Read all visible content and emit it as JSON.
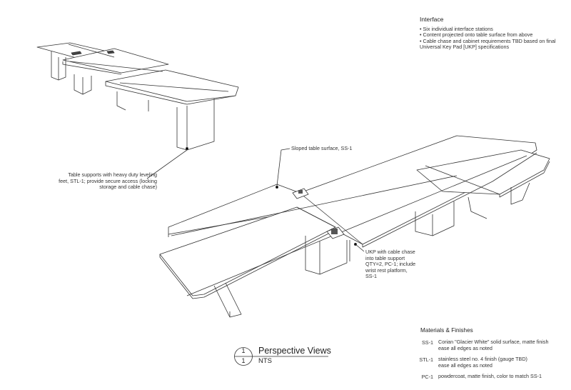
{
  "interface": {
    "title": "Interface",
    "items": [
      "• Six individual interface stations",
      "• Content projected onto table surface from above",
      "• Cable chase and cabinet requirements TBD based on final",
      "Universal Key Pad [UKP] specifications"
    ]
  },
  "callouts": {
    "supports": [
      "Table supports with heavy duty leveling",
      "feet, STL-1; provide secure access (locking",
      "storage and cable chase)"
    ],
    "sloped": "Sloped table surface, SS-1",
    "ukp": [
      "UKP with cable chase",
      "into table support",
      "QTY=2, PC-1; include",
      "wrist rest platform,",
      "SS-1"
    ]
  },
  "title_block": {
    "number_top": "1",
    "number_bottom": "1",
    "title": "Perspective Views",
    "scale": "NTS"
  },
  "materials": {
    "title": "Materials & Finishes",
    "items": [
      {
        "code": "SS-1",
        "lines": [
          "Corian \"Glacier White\" solid surface, matte finish",
          "ease all edges as noted"
        ]
      },
      {
        "code": "STL-1",
        "lines": [
          "stainless steel no. 4 finish (gauge TBD)",
          "ease all edges as noted"
        ]
      },
      {
        "code": "PC-1",
        "lines": [
          "powdercoat, matte finish, color to match SS-1"
        ]
      }
    ]
  }
}
